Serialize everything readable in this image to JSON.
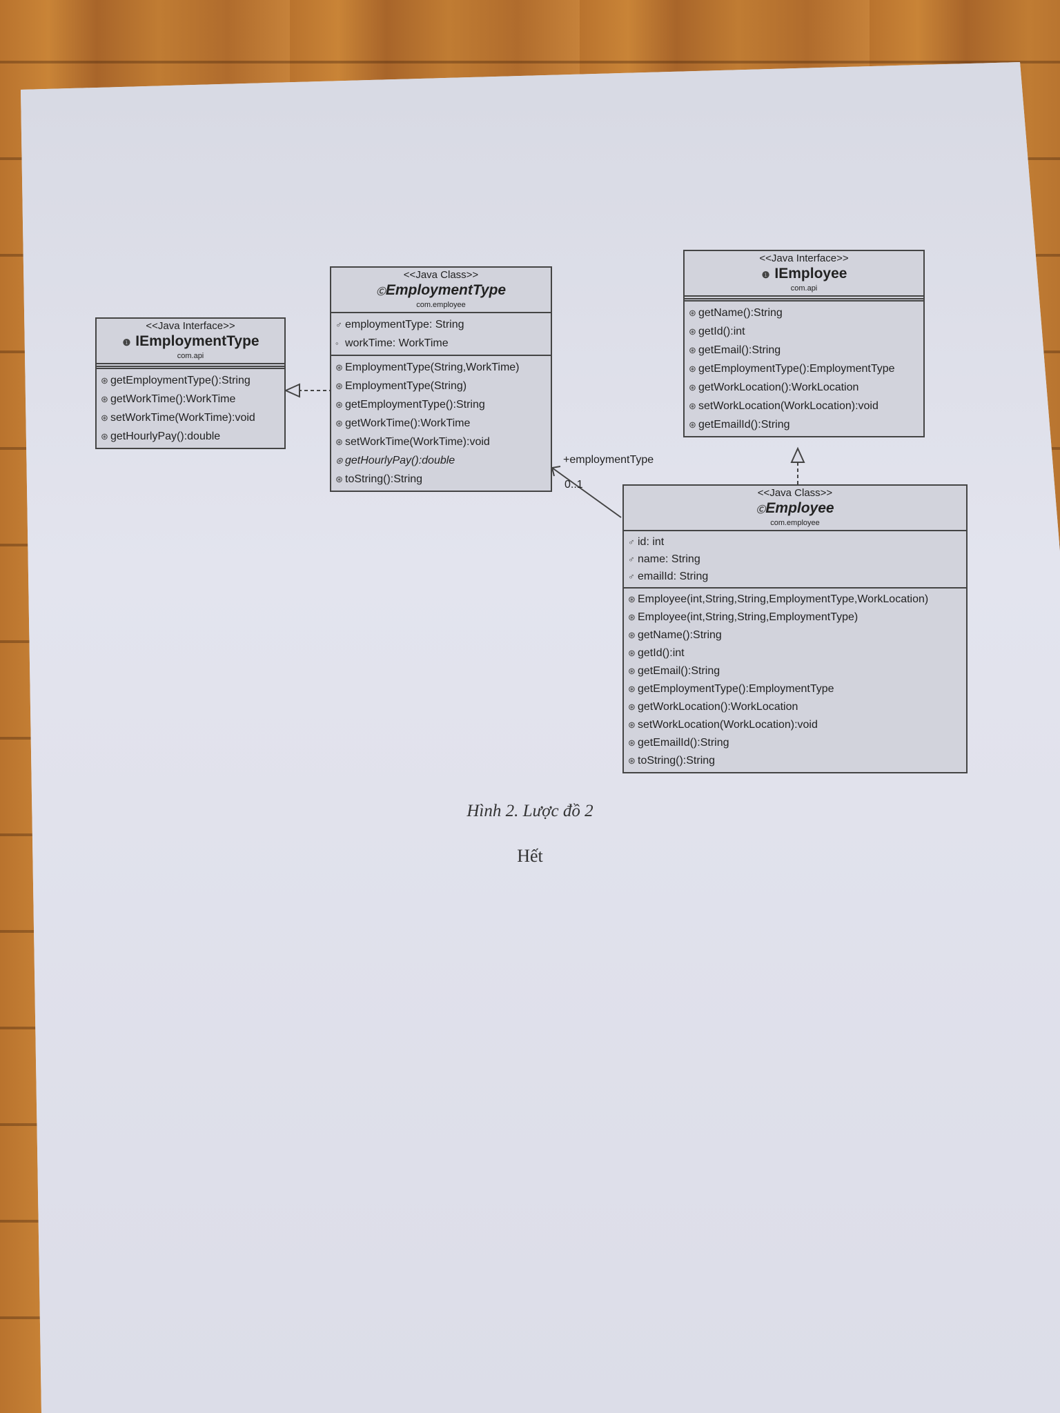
{
  "classes": {
    "iemploymenttype": {
      "stereotype": "<<Java Interface>>",
      "name": "IEmploymentType",
      "package": "com.api",
      "methods": [
        "getEmploymentType():String",
        "getWorkTime():WorkTime",
        "setWorkTime(WorkTime):void",
        "getHourlyPay():double"
      ]
    },
    "employmenttype": {
      "stereotype": "<<Java Class>>",
      "name": "EmploymentType",
      "package": "com.employee",
      "attributes": [
        "employmentType: String",
        "workTime: WorkTime"
      ],
      "methods": [
        "EmploymentType(String,WorkTime)",
        "EmploymentType(String)",
        "getEmploymentType():String",
        "getWorkTime():WorkTime",
        "setWorkTime(WorkTime):void",
        "getHourlyPay():double",
        "toString():String"
      ]
    },
    "iemployee": {
      "stereotype": "<<Java Interface>>",
      "name": "IEmployee",
      "package": "com.api",
      "methods": [
        "getName():String",
        "getId():int",
        "getEmail():String",
        "getEmploymentType():EmploymentType",
        "getWorkLocation():WorkLocation",
        "setWorkLocation(WorkLocation):void",
        "getEmailId():String"
      ]
    },
    "employee": {
      "stereotype": "<<Java Class>>",
      "name": "Employee",
      "package": "com.employee",
      "attributes": [
        "id: int",
        "name: String",
        "emailId: String"
      ],
      "methods": [
        "Employee(int,String,String,EmploymentType,WorkLocation)",
        "Employee(int,String,String,EmploymentType)",
        "getName():String",
        "getId():int",
        "getEmail():String",
        "getEmploymentType():EmploymentType",
        "getWorkLocation():WorkLocation",
        "setWorkLocation(WorkLocation):void",
        "getEmailId():String",
        "toString():String"
      ]
    }
  },
  "association": {
    "role": "+employmentType",
    "multiplicity": "0..1"
  },
  "caption": "Hình 2. Lược đồ 2",
  "end_text": "Hết"
}
